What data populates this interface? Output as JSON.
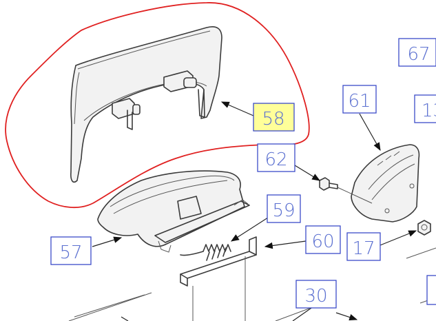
{
  "diagram": {
    "highlight_color": "#ffff99",
    "label_color": "#3b4cc8",
    "outline_color": "#e02020",
    "callouts": [
      {
        "id": "58",
        "text": "58",
        "highlighted": true
      },
      {
        "id": "67",
        "text": "67"
      },
      {
        "id": "61",
        "text": "61"
      },
      {
        "id": "13",
        "text": "13"
      },
      {
        "id": "62",
        "text": "62"
      },
      {
        "id": "59",
        "text": "59"
      },
      {
        "id": "60",
        "text": "60"
      },
      {
        "id": "17",
        "text": "17"
      },
      {
        "id": "57",
        "text": "57"
      },
      {
        "id": "30",
        "text": "30"
      }
    ]
  }
}
